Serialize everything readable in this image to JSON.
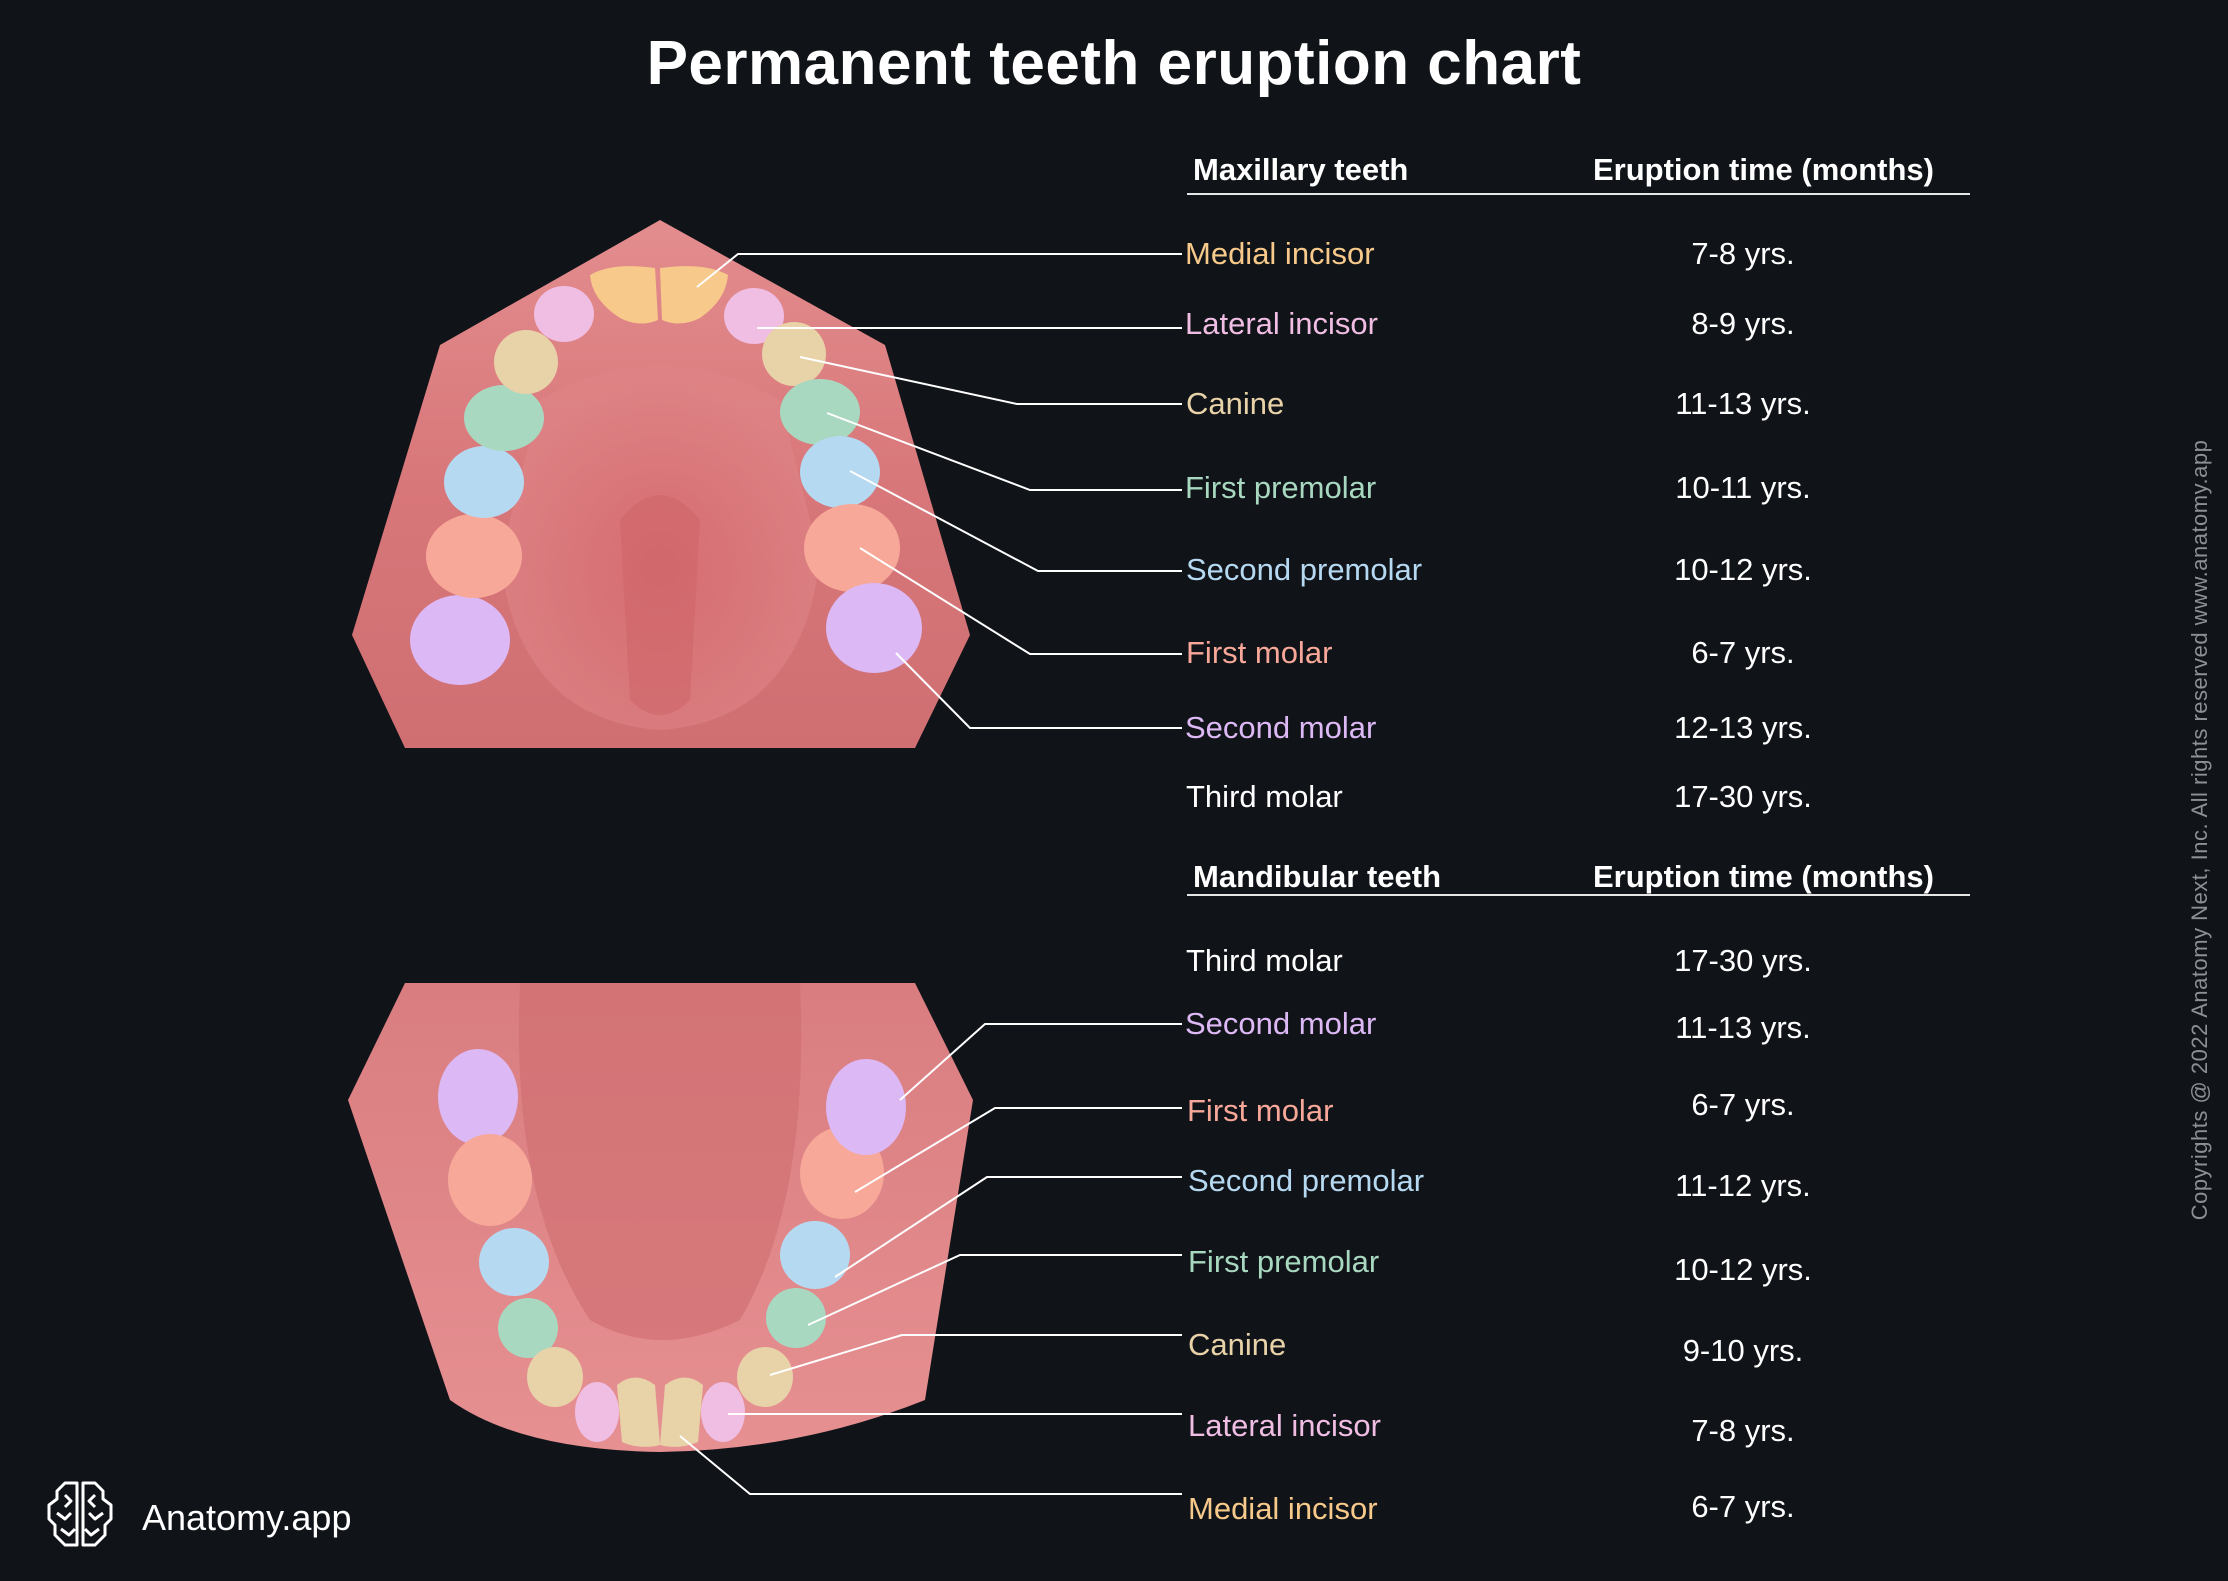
{
  "title": "Permanent teeth eruption chart",
  "colors": {
    "background": "#101318",
    "gum": "#d9777a",
    "medial_incisor": "#f7c98a",
    "lateral_incisor": "#f0bde3",
    "canine": "#e8d2a8",
    "first_premolar": "#a8d8c0",
    "second_premolar": "#b6d9f2",
    "first_molar": "#f8a898",
    "second_molar": "#dcb8f5",
    "third_molar": "#ffffff"
  },
  "maxillary": {
    "header_teeth": "Maxillary teeth",
    "header_time": "Eruption time (months)",
    "rows": [
      {
        "tooth": "Medial incisor",
        "time": "7-8 yrs.",
        "color": "#f7c98a"
      },
      {
        "tooth": "Lateral incisor",
        "time": "8-9 yrs.",
        "color": "#f0bde3"
      },
      {
        "tooth": "Canine",
        "time": "11-13 yrs.",
        "color": "#e8d2a8"
      },
      {
        "tooth": "First premolar",
        "time": "10-11 yrs.",
        "color": "#a8d8c0"
      },
      {
        "tooth": "Second premolar",
        "time": "10-12 yrs.",
        "color": "#b6d9f2"
      },
      {
        "tooth": "First molar",
        "time": "6-7 yrs.",
        "color": "#f8a898"
      },
      {
        "tooth": "Second molar",
        "time": "12-13 yrs.",
        "color": "#dcb8f5"
      },
      {
        "tooth": "Third molar",
        "time": "17-30 yrs.",
        "color": "#ffffff"
      }
    ]
  },
  "mandibular": {
    "header_teeth": "Mandibular teeth",
    "header_time": "Eruption time (months)",
    "rows": [
      {
        "tooth": "Third molar",
        "time": "17-30 yrs.",
        "color": "#ffffff"
      },
      {
        "tooth": "Second molar",
        "time": "11-13 yrs.",
        "color": "#dcb8f5"
      },
      {
        "tooth": "First molar",
        "time": "6-7 yrs.",
        "color": "#f8a898"
      },
      {
        "tooth": "Second premolar",
        "time": "11-12 yrs.",
        "color": "#b6d9f2"
      },
      {
        "tooth": "First premolar",
        "time": "10-12 yrs.",
        "color": "#a8d8c0"
      },
      {
        "tooth": "Canine",
        "time": "9-10 yrs.",
        "color": "#e8d2a8"
      },
      {
        "tooth": "Lateral incisor",
        "time": "7-8 yrs.",
        "color": "#f0bde3"
      },
      {
        "tooth": "Medial incisor",
        "time": "6-7 yrs.",
        "color": "#f7c98a"
      }
    ]
  },
  "logo": {
    "text": "Anatomy.app",
    "icon": "brain-icon"
  },
  "copyright": "Copyrights @ 2022 Anatomy Next, Inc. All rights reserved www.anatomy.app"
}
